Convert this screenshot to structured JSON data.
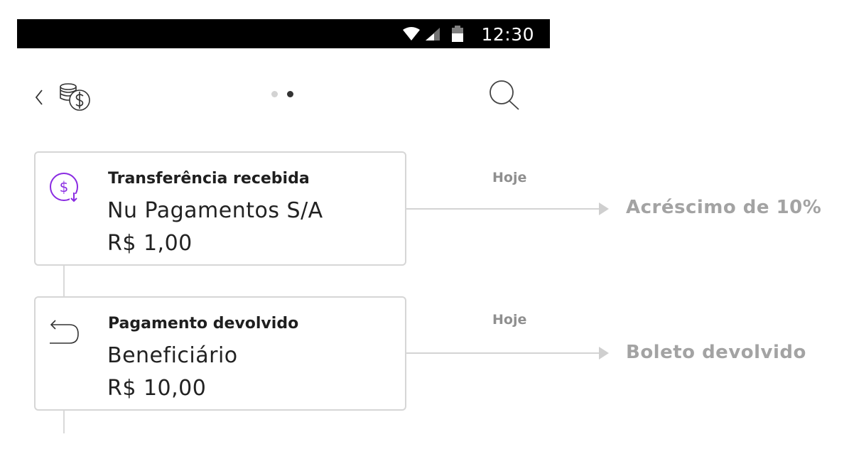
{
  "status_bar": {
    "time": "12:30"
  },
  "header": {
    "back_icon": "chevron-left-icon",
    "logo_icon": "coins-dollar-icon",
    "page_dots": {
      "count": 2,
      "active_index": 1
    },
    "search_icon": "search-icon"
  },
  "transactions": [
    {
      "icon": "dollar-received-icon",
      "title": "Transferência recebida",
      "subtitle": "Nu Pagamentos S/A",
      "amount": "R$ 1,00",
      "date": "Hoje",
      "annotation": "Acréscimo de 10%",
      "accent": "#8a2be2"
    },
    {
      "icon": "return-arrow-icon",
      "title": "Pagamento devolvido",
      "subtitle": "Beneficiário",
      "amount": "R$ 10,00",
      "date": "Hoje",
      "annotation": "Boleto devolvido"
    }
  ],
  "colors": {
    "accent_purple": "#8a2be2",
    "border": "#d6d6d6",
    "annotation": "#a3a3a3",
    "date": "#8f8f8f"
  }
}
